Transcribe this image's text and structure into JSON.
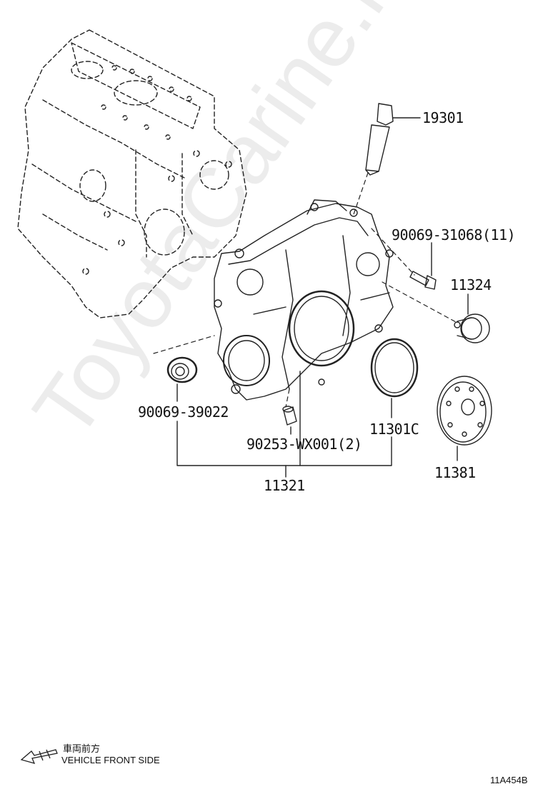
{
  "watermark": "ToyotaCarine.ru",
  "labels": {
    "p19301": "19301",
    "p90069_31068": "90069-31068(11)",
    "p11324": "11324",
    "p90069_39022": "90069-39022",
    "p90253": "90253-WX001(2)",
    "p11301c": "11301C",
    "p11381": "11381",
    "p11321": "11321"
  },
  "legend": {
    "japanese": "車両前方",
    "english": "VEHICLE FRONT SIDE"
  },
  "figure_code": "11A454B"
}
